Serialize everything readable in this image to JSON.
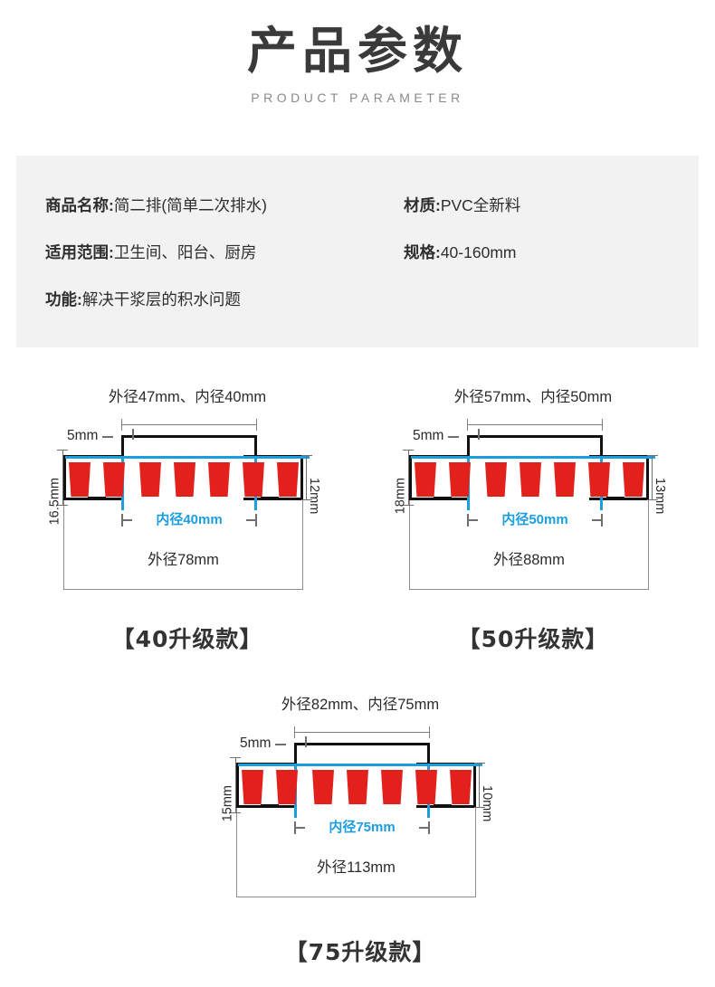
{
  "header": {
    "title": "产品参数",
    "subtitle": "PRODUCT PARAMETER"
  },
  "spec": {
    "rows": [
      {
        "key": "商品名称:",
        "value": "简二排(简单二次排水)"
      },
      {
        "key": "适用范围:",
        "value": "卫生间、阳台、厨房"
      },
      {
        "key": "功能:",
        "value": "解决干浆层的积水问题"
      },
      {
        "key": "材质:",
        "value": "PVC全新料"
      },
      {
        "key": "规格:",
        "value": "40-160mm"
      }
    ]
  },
  "colors": {
    "panel_bg": "#f2f2f2",
    "red": "#e2211c",
    "blue": "#1b9ee0",
    "outline": "#111111",
    "dim_gray": "#6f6f6f"
  },
  "diagrams": [
    {
      "top_label": "外径47mm、内径40mm",
      "left_dim": "16.5mm",
      "right_dim": "12mm",
      "small_dim": "5mm",
      "inner_dim": "内径40mm",
      "outer_label": "外径78mm",
      "caption": "【40升级款】"
    },
    {
      "top_label": "外径57mm、内径50mm",
      "left_dim": "18mm",
      "right_dim": "13mm",
      "small_dim": "5mm",
      "inner_dim": "内径50mm",
      "outer_label": "外径88mm",
      "caption": "【50升级款】"
    },
    {
      "top_label": "外径82mm、内径75mm",
      "left_dim": "15mm",
      "right_dim": "10mm",
      "small_dim": "5mm",
      "inner_dim": "内径75mm",
      "outer_label": "外径113mm",
      "caption": "【75升级款】"
    }
  ]
}
